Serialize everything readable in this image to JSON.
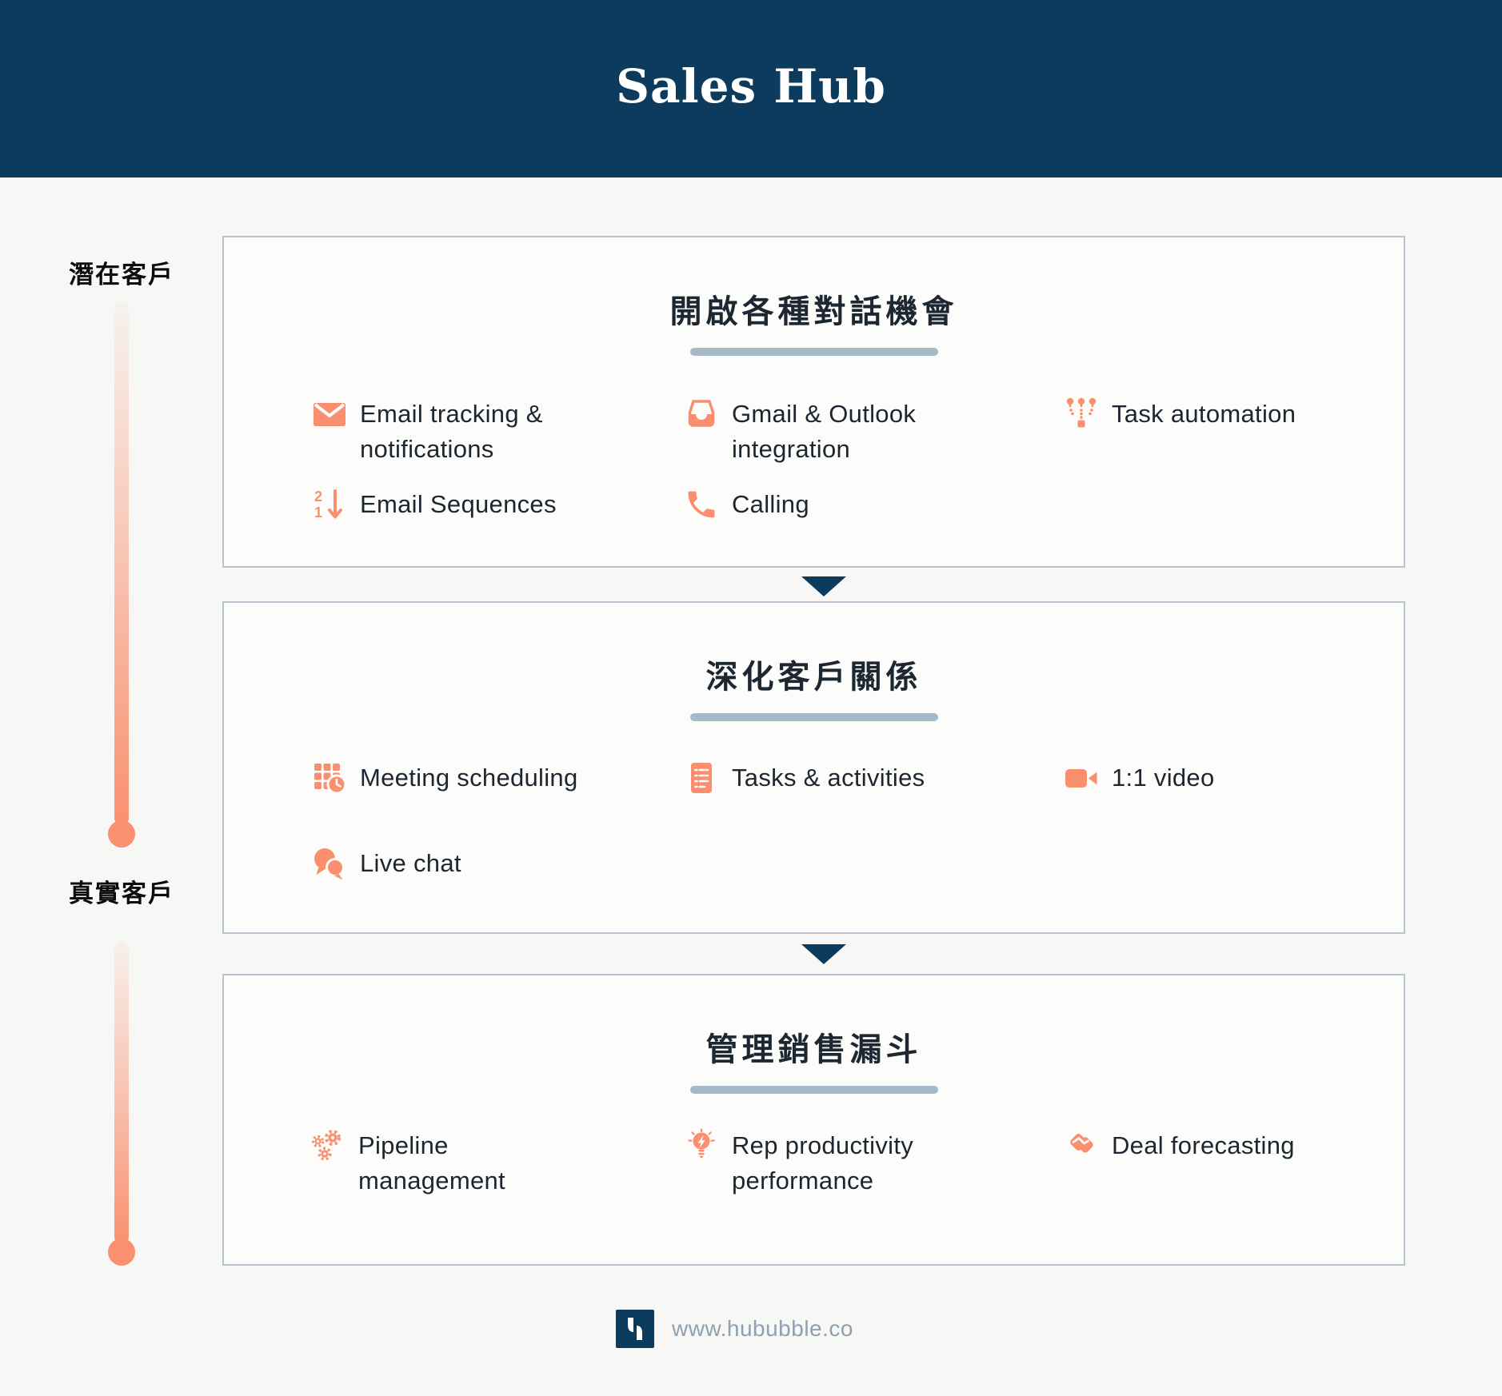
{
  "header": {
    "title": "Sales Hub"
  },
  "timeline": {
    "start_label": "潛在客戶",
    "end_label": "真實客戶",
    "color": "#f9906f"
  },
  "sections": [
    {
      "title": "開啟各種對話機會",
      "features": [
        {
          "label": "Email tracking &\nnotifications",
          "icon": "envelope-icon"
        },
        {
          "label": "Gmail & Outlook\nintegration",
          "icon": "inbox-icon"
        },
        {
          "label": "Task automation",
          "icon": "task-automation-icon"
        },
        {
          "label": "Email Sequences",
          "icon": "numeric-sort-icon"
        },
        {
          "label": "Calling",
          "icon": "phone-icon"
        }
      ]
    },
    {
      "title": "深化客戶關係",
      "features": [
        {
          "label": "Meeting scheduling",
          "icon": "calendar-clock-icon"
        },
        {
          "label": "Tasks & activities",
          "icon": "document-list-icon"
        },
        {
          "label": "1:1 video",
          "icon": "video-camera-icon"
        },
        {
          "label": "Live chat",
          "icon": "chat-bubbles-icon"
        }
      ]
    },
    {
      "title": "管理銷售漏斗",
      "features": [
        {
          "label": "Pipeline\nmanagement",
          "icon": "gears-icon"
        },
        {
          "label": "Rep productivity\nperformance",
          "icon": "lightbulb-icon"
        },
        {
          "label": "Deal forecasting",
          "icon": "handshake-icon"
        }
      ]
    }
  ],
  "footer": {
    "url": "www.hububble.co"
  },
  "colors": {
    "header_navy": "#0d3b5d",
    "icon_salmon": "#f98f6e",
    "divider_gray_blue": "#a6b9c8",
    "box_border": "#b7c3d1",
    "box_background": "#fcfcfb",
    "page_background": "#f7f7f5",
    "body_text": "#1d2630",
    "footer_text": "#8fa0b1"
  }
}
